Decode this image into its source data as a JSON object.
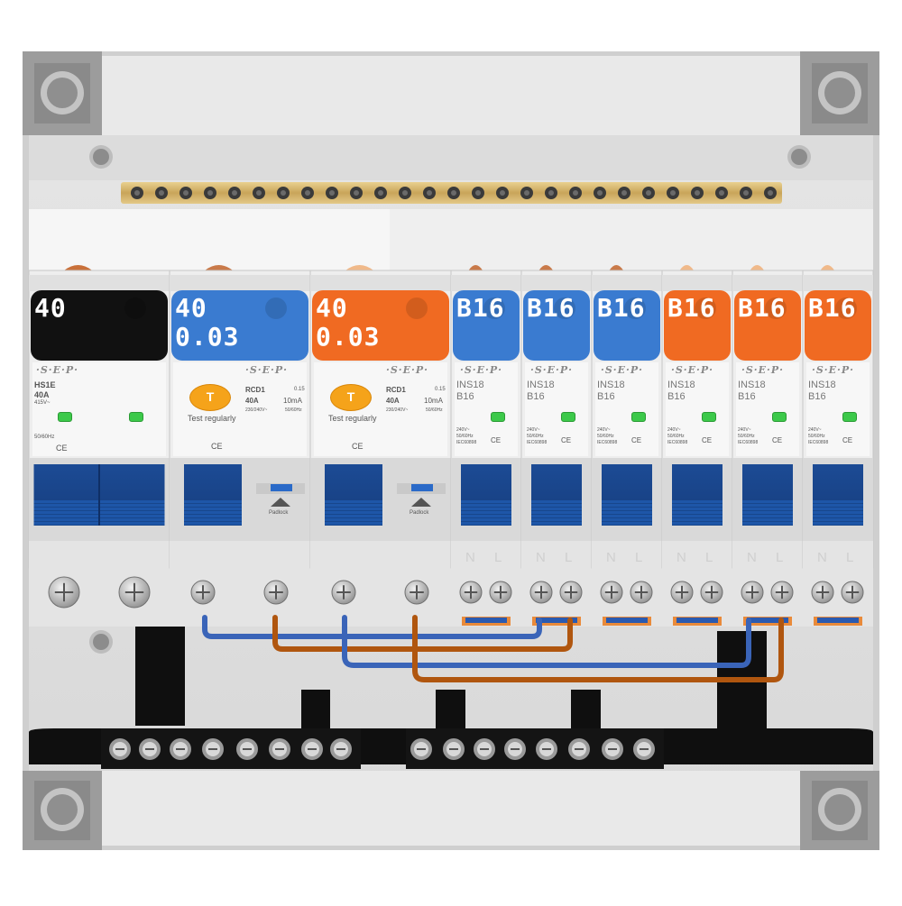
{
  "colors": {
    "frame": "#d6d6d6",
    "corner": "#9a9a9a",
    "busbar_brass": "#d4b46a",
    "neutral_bar": "#0f0f0f",
    "handle_blue": "#1f4f9a",
    "label_black": "#111111",
    "label_blue": "#3a7bd0",
    "label_orange": "#f06a22",
    "wire_blue": "#3a64b8",
    "wire_brown": "#b0560f"
  },
  "brand": "·S·E·P·",
  "modules": [
    {
      "id": "main-switch",
      "label_line1": "40",
      "label_line2": "",
      "label_color": "black",
      "model": "HS1E",
      "rating": "40A",
      "voltage": "415V~",
      "freq": "50/60Hz"
    },
    {
      "id": "rcd1",
      "label_line1": "40",
      "label_line2": "0.03",
      "label_color": "blue",
      "model": "RCD1",
      "rating": "40A",
      "trip": "10mA",
      "time": "0.15",
      "voltage": "230/240V~",
      "freq": "50/60Hz",
      "test_key": "T",
      "test_text": "Test regularly",
      "padlock": "Padlock"
    },
    {
      "id": "rcd2",
      "label_line1": "40",
      "label_line2": "0.03",
      "label_color": "orange",
      "model": "RCD1",
      "rating": "40A",
      "trip": "10mA",
      "time": "0.15",
      "voltage": "230/240V~",
      "freq": "50/60Hz",
      "test_key": "T",
      "test_text": "Test regularly",
      "padlock": "Padlock"
    },
    {
      "id": "mcb1",
      "label_line1": "B16",
      "label_color": "blue",
      "model": "INS18",
      "rating": "B16",
      "voltage": "240V~",
      "freq": "50/60Hz",
      "standard": "IEC60898"
    },
    {
      "id": "mcb2",
      "label_line1": "B16",
      "label_color": "blue",
      "model": "INS18",
      "rating": "B16",
      "voltage": "240V~",
      "freq": "50/60Hz",
      "standard": "IEC60898"
    },
    {
      "id": "mcb3",
      "label_line1": "B16",
      "label_color": "blue",
      "model": "INS18",
      "rating": "B16",
      "voltage": "240V~",
      "freq": "50/60Hz",
      "standard": "IEC60898"
    },
    {
      "id": "mcb4",
      "label_line1": "B16",
      "label_color": "orange",
      "model": "INS18",
      "rating": "B16",
      "voltage": "240V~",
      "freq": "50/60Hz",
      "standard": "IEC60898"
    },
    {
      "id": "mcb5",
      "label_line1": "B16",
      "label_color": "orange",
      "model": "INS18",
      "rating": "B16",
      "voltage": "240V~",
      "freq": "50/60Hz",
      "standard": "IEC60898"
    },
    {
      "id": "mcb6",
      "label_line1": "B16",
      "label_color": "orange",
      "model": "INS18",
      "rating": "B16",
      "voltage": "240V~",
      "freq": "50/60Hz",
      "standard": "IEC60898"
    }
  ],
  "terminal_labels": {
    "n": "N",
    "l": "L"
  },
  "icons": [
    "corner-fixing-icon",
    "screw-icon",
    "busbar-icon",
    "neutral-bar-icon",
    "test-button-icon",
    "padlock-icon",
    "ce-mark-icon",
    "status-led-icon"
  ]
}
